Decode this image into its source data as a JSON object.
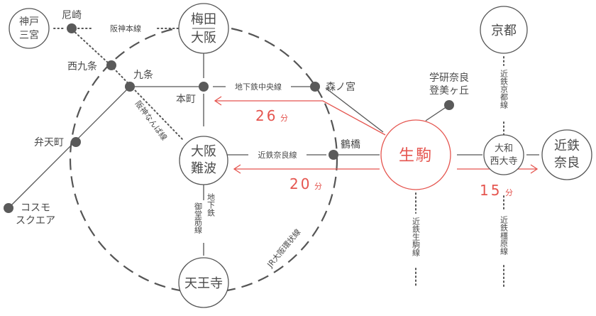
{
  "colors": {
    "line": "#555555",
    "text": "#4a4a4a",
    "accent": "#e5554f",
    "dot": "#5a5a5a"
  },
  "stations": {
    "kobe_sannomiya": {
      "line1": "神戸",
      "line2": "三宮"
    },
    "amagasaki": "尼崎",
    "nishikujo": "西九条",
    "kujo": "九条",
    "hommachi": "本町",
    "bentencho": "弁天町",
    "cosmo_square": {
      "line1": "コスモ",
      "line2": "スクエア"
    },
    "umeda_osaka": {
      "line1": "梅田",
      "line2": "大阪"
    },
    "osaka_namba": {
      "line1": "大阪",
      "line2": "難波"
    },
    "tennoji": "天王寺",
    "morinomiya": "森ノ宮",
    "tsuruhashi": "鶴橋",
    "ikoma": "生駒",
    "gakken": {
      "line1": "学研奈良",
      "line2": "登美ヶ丘"
    },
    "kyoto": "京都",
    "yamato_saidaiji": {
      "line1": "大和",
      "line2": "西大寺"
    },
    "kintetsu_nara": {
      "line1": "近鉄",
      "line2": "奈良"
    }
  },
  "lines": {
    "hanshin_main": "阪神本線",
    "hanshin_namba": "阪神なんば線",
    "chuo": "地下鉄中央線",
    "kintetsu_nara": "近鉄奈良線",
    "midosuji": {
      "line1": "御堂筋線",
      "line2": "地下鉄"
    },
    "jr_loop": "JR大阪環状線",
    "kintetsu_ikoma": "近鉄生駒線",
    "kintetsu_kyoto": "近鉄京都線",
    "kintetsu_kashihara": "近鉄橿原線"
  },
  "times": [
    {
      "value": "26",
      "unit": "分"
    },
    {
      "value": "20",
      "unit": "分"
    },
    {
      "value": "15",
      "unit": "分"
    }
  ]
}
